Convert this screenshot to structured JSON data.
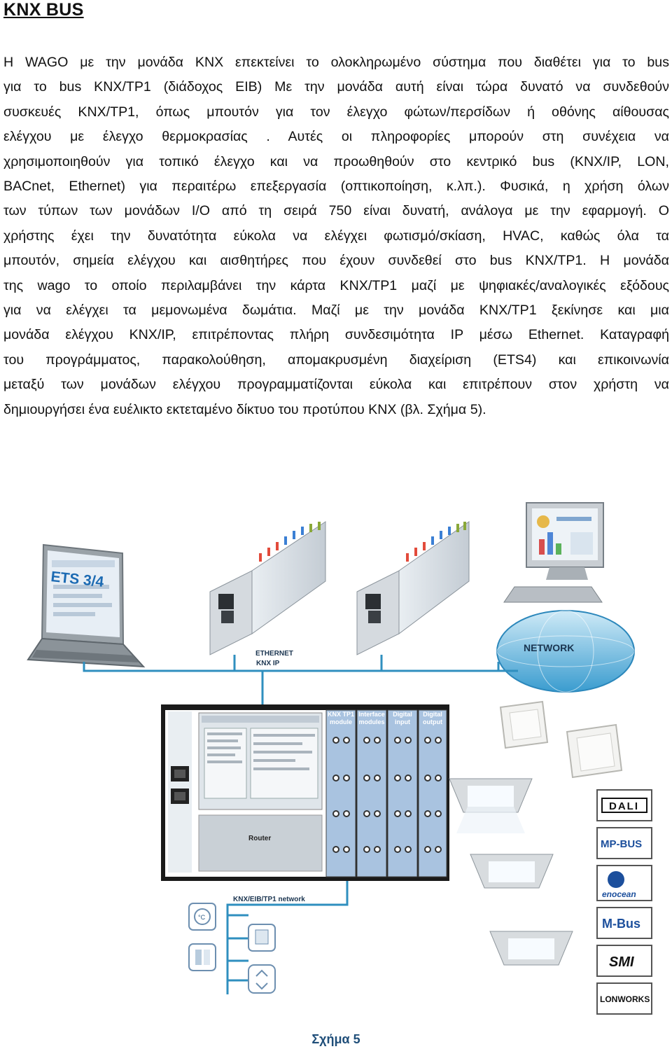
{
  "page": {
    "title": "KNX BUS",
    "paragraph_lines": [
      "Η WAGO με την μονάδα KNX επεκτείνει το ολοκληρωμένο σύστημα που διαθέτει για το bus",
      "για το bus KNX/TP1 (διάδοχος EIB) Με την μονάδα αυτή είναι τώρα δυνατό να συνδεθούν",
      "συσκευές KNX/TP1, όπως μπουτόν  για τον έλεγχο φώτων/περσίδων ή οθόνης αίθουσας",
      "ελέγχου με έλεγχο θερμοκρασίας . Αυτές οι πληροφορίες μπορούν στη συνέχεια να",
      "χρησιμοποιηθούν για τοπικό έλεγχο και να προωθηθούν στο κεντρικό  bus (KNX/IP, LON,",
      "BACnet, Ethernet) για περαιτέρω επεξεργασία (οπτικοποίηση, κ.λπ.). Φυσικά, η χρήση όλων",
      "των τύπων των μονάδων I/O από τη σειρά 750 είναι δυνατή, ανάλογα με την εφαρμογή. Ο",
      "χρήστης έχει την δυνατότητα εύκολα να ελέγχει φωτισμό/σκίαση, HVAC, καθώς όλα τα",
      "μπουτόν, σημεία ελέγχου και αισθητήρες που έχουν συνδεθεί στο bus KNX/TP1. Η μονάδα",
      "της wago το οποίο περιλαμβάνει την κάρτα KNX/TP1 μαζί με ψηφιακές/αναλογικές εξόδους",
      "για να ελέγχει τα μεμονωμένα δωμάτια. Μαζί με την μονάδα KNX/TP1 ξεκίνησε και μια",
      "μονάδα ελέγχου KNX/IP, επιτρέποντας πλήρη συνδεσιμότητα IP μέσω Ethernet. Καταγραφή",
      "του προγράμματος, παρακολούθηση, απομακρυσμένη διαχείριση (ETS4) και επικοινωνία",
      "μεταξύ των μονάδων ελέγχου προγραμματίζονται εύκολα και επιτρέπουν στον χρήστη να",
      "δημιουργήσει ένα ευέλικτο εκτεταμένο δίκτυο του προτύπου KNX (βλ. Σχήμα 5)."
    ],
    "caption": "Σχήμα 5"
  },
  "figure": {
    "laptop_screen_text": "ETS 3/4",
    "network_label": "NETWORK",
    "ethernet_label": "ETHERNET",
    "knx_ip_label": "KNX IP",
    "router_label": "Router",
    "bus_label": "KNX/EIB/TP1 network",
    "modules": [
      {
        "line1": "KNX TP1",
        "line2": "module"
      },
      {
        "line1": "Interface",
        "line2": "modules"
      },
      {
        "line1": "Digital",
        "line2": "input"
      },
      {
        "line1": "Digital",
        "line2": "output"
      }
    ],
    "protocol_logos": [
      "DALI",
      "MP-BUS",
      "enocean",
      "M-Bus",
      "SMI",
      "LONWORKS"
    ]
  },
  "colors": {
    "caption": "#1f4e79",
    "bus_line": "#2f8fbf",
    "module_blue": "#a9c3e0",
    "panel_dark": "#1a1a1a"
  }
}
